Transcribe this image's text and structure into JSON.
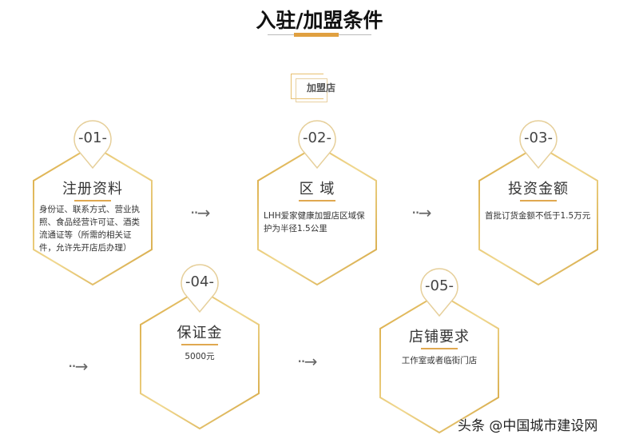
{
  "title": "入驻/加盟条件",
  "tag": "加盟店",
  "steps": [
    {
      "num": "-01-",
      "heading": "注册资料",
      "desc": "身份证、联系方式、营业执照、食品经营许可证、酒类流通证等（所需的相关证件，允许先开店后办理）"
    },
    {
      "num": "-02-",
      "heading": "区 域",
      "desc": "LHH爱家健康加盟店区域保护为半径1.5公里"
    },
    {
      "num": "-03-",
      "heading": "投资金额",
      "desc": "首批订货金额不低于1.5万元"
    },
    {
      "num": "-04-",
      "heading": "保证金",
      "desc": "5000元"
    },
    {
      "num": "-05-",
      "heading": "店铺要求",
      "desc": "工作室或者临街门店"
    }
  ],
  "arrow": "··→",
  "watermark": "头条 @中国城市建设网",
  "colors": {
    "gold": "#e0b050",
    "accent": "#e0a040"
  }
}
